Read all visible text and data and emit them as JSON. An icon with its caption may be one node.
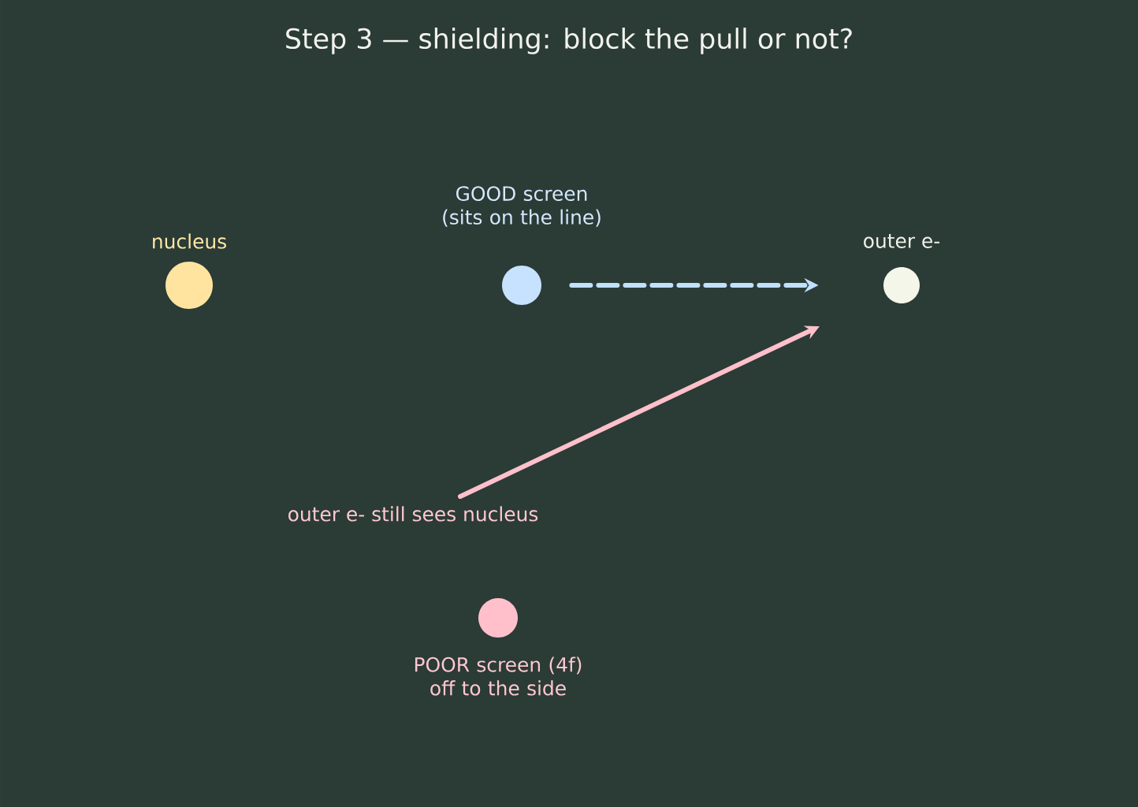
{
  "diagram": {
    "title": "Step 3 — shielding: block the pull or not?",
    "nodes": [
      {
        "text": [
          "nucleus"
        ]
      },
      {
        "text": [
          "GOOD screen (sits on the line)"
        ]
      },
      {
        "text": [
          "outer e-"
        ]
      },
      {
        "text": [
          "outer e- still sees nucleus"
        ]
      },
      {
        "text": [
          "POOR screen (4f) off to the side"
        ]
      }
    ],
    "edges": [
      {
        "from": 1,
        "to": 2,
        "arrow": "to",
        "style": "dashed",
        "color": "#bfe0ff"
      },
      {
        "from": 3,
        "to": 2,
        "arrow": "to",
        "color": "#ffc0cb"
      }
    ]
  }
}
